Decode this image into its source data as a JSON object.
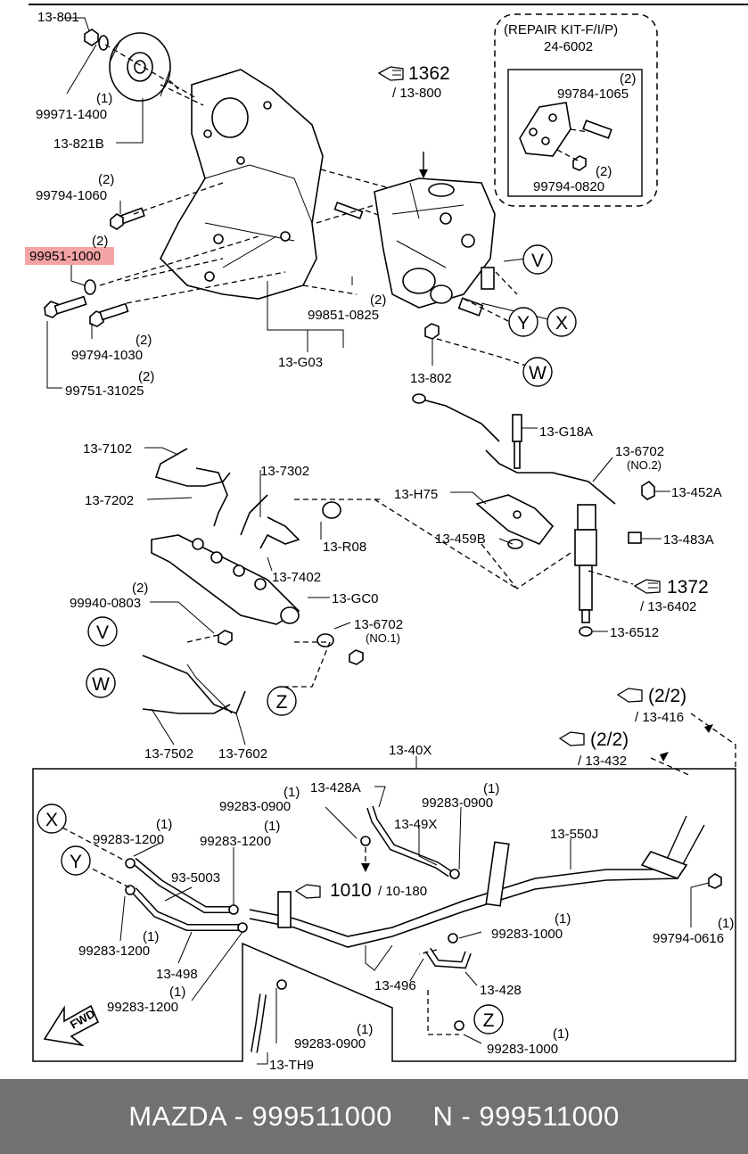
{
  "labels": {
    "l_13_801": "13-801",
    "l_99971_1400": "99971-1400",
    "q_99971_1400": "(1)",
    "l_13_821B": "13-821B",
    "l_99794_1060": "99794-1060",
    "q_99794_1060": "(2)",
    "l_99951_1000": "99951-1000",
    "q_99951_1000": "(2)",
    "l_99794_1030": "99794-1030",
    "q_99794_1030": "(2)",
    "l_99751_31025": "99751-31025",
    "q_99751_31025": "(2)",
    "l_13_G03": "13-G03",
    "l_99851_0825": "99851-0825",
    "q_99851_0825": "(2)",
    "l_13_802": "13-802",
    "ref_1362": "1362",
    "l_13_800": "/ 13-800",
    "kit_title": "(REPAIR KIT-F/I/P)",
    "kit_number": "24-6002",
    "l_99784_1065": "99784-1065",
    "q_99784_1065": "(2)",
    "l_99794_0820": "99794-0820",
    "q_99794_0820": "(2)",
    "l_13_G18A": "13-G18A",
    "l_13_6702_no2": "13-6702",
    "no2": "(NO.2)",
    "l_13_H75": "13-H75",
    "l_13_452A": "13-452A",
    "l_13_459B": "13-459B",
    "l_13_483A": "13-483A",
    "ref_1372": "1372",
    "l_13_6402": "/ 13-6402",
    "l_13_6512": "13-6512",
    "l_13_7102": "13-7102",
    "l_13_7202": "13-7202",
    "l_13_7302": "13-7302",
    "l_13_R08": "13-R08",
    "l_13_7402": "13-7402",
    "l_99940_0803": "99940-0803",
    "q_99940_0803": "(2)",
    "l_13_GC0": "13-GC0",
    "l_13_6702_no1": "13-6702",
    "no1": "(NO.1)",
    "l_13_7502": "13-7502",
    "l_13_7602": "13-7602",
    "ref_2_2_a": "(2/2)",
    "l_13_416": "/ 13-416",
    "ref_2_2_b": "(2/2)",
    "l_13_432": "/ 13-432",
    "l_13_40X": "13-40X",
    "l_13_428A": "13-428A",
    "l_99283_0900_a": "99283-0900",
    "q_99283_0900_a": "(1)",
    "l_99283_0900_b": "99283-0900",
    "q_99283_0900_b": "(1)",
    "l_13_49X": "13-49X",
    "l_13_550J": "13-550J",
    "l_99283_1200_a": "99283-1200",
    "q_99283_1200_a": "(1)",
    "l_99283_1200_b": "99283-1200",
    "q_99283_1200_b": "(1)",
    "l_93_5003": "93-5003",
    "ref_1010": "1010",
    "l_10_180": "/ 10-180",
    "l_99794_0616": "99794-0616",
    "q_99794_0616": "(1)",
    "l_99283_1000_a": "99283-1000",
    "q_99283_1000_a": "(1)",
    "l_99283_1200_c": "99283-1200",
    "q_99283_1200_c": "(1)",
    "l_13_498": "13-498",
    "l_13_496": "13-496",
    "l_13_428": "13-428",
    "l_99283_1200_d": "99283-1200",
    "q_99283_1200_d": "(1)",
    "l_99283_0900_c": "99283-0900",
    "q_99283_0900_c": "(1)",
    "l_99283_1000_b": "99283-1000",
    "q_99283_1000_b": "(1)",
    "l_13_TH9": "13-TH9",
    "fwd": "FWD"
  },
  "callouts": {
    "V": "V",
    "W": "W",
    "X": "X",
    "Y": "Y",
    "Z": "Z"
  },
  "highlight_color": "#f4a4a4",
  "footer": {
    "left": "MAZDA - 999511000",
    "right": "N - 999511000",
    "background": "#717171"
  }
}
